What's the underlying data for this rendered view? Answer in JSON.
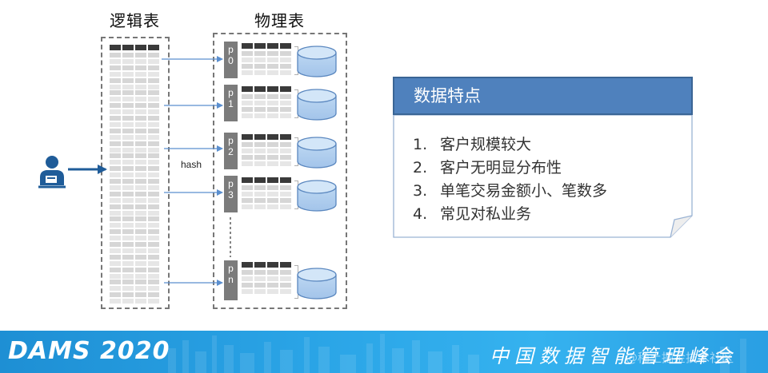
{
  "diagram": {
    "logical_title": "逻辑表",
    "physical_title": "物理表",
    "hash_label": "hash",
    "partitions": [
      {
        "label": "p 0"
      },
      {
        "label": "p 1"
      },
      {
        "label": "p 2"
      },
      {
        "label": "p 3"
      },
      {
        "label": "p n"
      }
    ]
  },
  "features": {
    "header": "数据特点",
    "items": [
      {
        "num": "1.",
        "text": "客户规模较大"
      },
      {
        "num": "2.",
        "text": "客户无明显分布性"
      },
      {
        "num": "3.",
        "text": "单笔交易金额小、笔数多"
      },
      {
        "num": "4.",
        "text": "常见对私业务"
      }
    ]
  },
  "footer": {
    "brand": "DAMS 2020",
    "slogan": "中国数据智能管理峰会",
    "watermark": "@稀土掘金技术社区"
  },
  "colors": {
    "accent_blue": "#4f81bd",
    "arrow_blue": "#5b8fcf",
    "user_blue": "#1f5c99",
    "footer_blue": "#2aa4e6"
  }
}
